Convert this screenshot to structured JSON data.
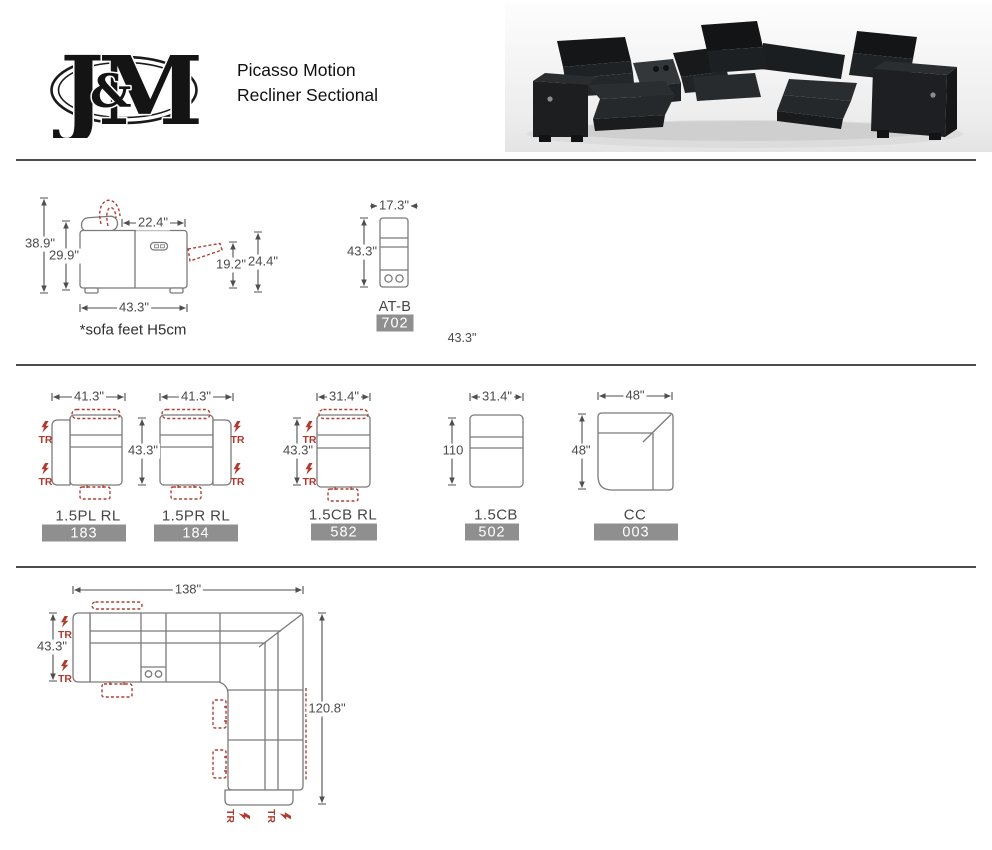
{
  "header": {
    "logo": {
      "j": "J",
      "amp": "&",
      "m": "M"
    },
    "title_line1": "Picasso Motion",
    "title_line2": "Recliner Sectional"
  },
  "side_view": {
    "height_total": "38.9\"",
    "height_seatback": "29.9\"",
    "back_width": "22.4\"",
    "footrest_height": "19.2\"",
    "recline_clearance": "24.4\"",
    "depth": "43.3\"",
    "note": "*sofa feet H5cm"
  },
  "console": {
    "width": "17.3\"",
    "depth": "43.3\"",
    "name": "AT-B",
    "code": "702"
  },
  "stray_dim": "43.3\"",
  "units": {
    "shared_depth": "43.3\"",
    "items": [
      {
        "name": "1.5PL RL",
        "code": "183",
        "width": "41.3\""
      },
      {
        "name": "1.5PR RL",
        "code": "184",
        "width": "41.3\""
      },
      {
        "name": "1.5CB RL",
        "code": "582",
        "width": "31.4\"",
        "depth": "43.3\""
      },
      {
        "name": "1.5CB",
        "code": "502",
        "width": "31.4\"",
        "depth": "110"
      },
      {
        "name": "CC",
        "code": "003",
        "width": "48\"",
        "depth": "48\""
      }
    ]
  },
  "layout": {
    "width": "138\"",
    "depth": "43.3\"",
    "height": "120.8\""
  },
  "symbols": {
    "tr": "TR"
  }
}
